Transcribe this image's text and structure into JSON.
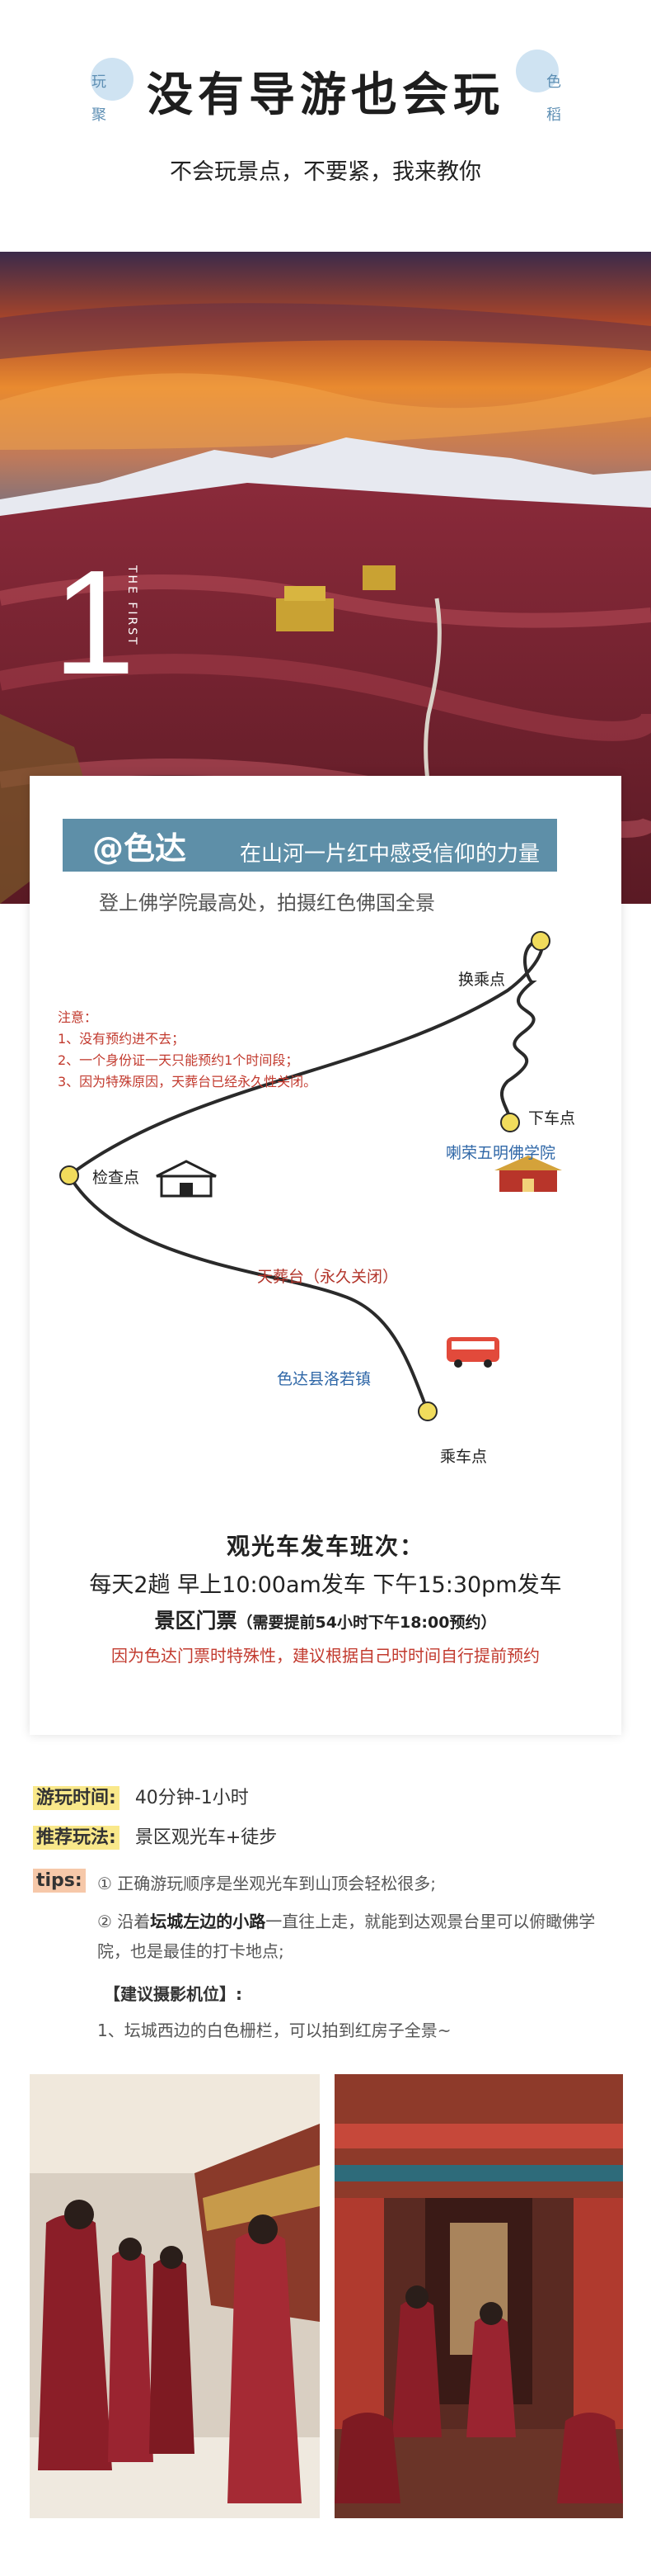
{
  "header": {
    "title": "没有导游也会玩",
    "side_left": [
      "玩",
      "聚"
    ],
    "side_right": [
      "色",
      "稻"
    ],
    "subtitle": "不会玩景点，不要紧，我来教你"
  },
  "hero": {
    "number": "1",
    "vertical_text": "THE FIRST"
  },
  "card": {
    "tag_name": "@色达",
    "tag_desc": "在山河一片红中感受信仰的力量",
    "line": "登上佛学院最高处，拍摄红色佛国全景",
    "notes": [
      "注意：",
      "1、没有预约进不去；",
      "2、一个身份证一天只能预约1个时间段；",
      "3、因为特殊原因，天葬台已经永久性关闭。"
    ],
    "labels": {
      "transfer_point": "换乘点",
      "drop_point": "下车点",
      "institute": "喇荣五明佛学院",
      "checkpoint": "检查点",
      "sky_burial": "天葬台（永久关闭）",
      "town": "色达县洛若镇",
      "board_point": "乘车点"
    },
    "bus_title": "观光车发车班次：",
    "bus_times": "每天2趟 早上10:00am发车 下午15:30pm发车",
    "ticket_title": "景区门票",
    "ticket_sub": "（需要提前54小时下午18:00预约）",
    "ticket_note": "因为色达门票时特殊性，建议根据自己时时间自行提前预约"
  },
  "info": {
    "time_label": "游玩时间:",
    "time_value": "40分钟-1小时",
    "way_label": "推荐玩法:",
    "way_value": "景区观光车+徒步",
    "tips_label": "tips:",
    "tip1": "① 正确游玩顺序是坐观光车到山顶会轻松很多;",
    "tip2_pre": "② 沿着",
    "tip2_bold": "坛城左边的小路",
    "tip2_post": "一直往上走，就能到达观景台里可以俯瞰佛学院，也是最佳的打卡地点;",
    "photo_title": "【建议摄影机位】:",
    "photo_tip": "1、坛城西边的白色栅栏，可以拍到红房子全景~"
  },
  "colors": {
    "accent_blue": "#5e8fa8",
    "red_note": "#c23a2e",
    "highlight_yellow": "#f9e88a",
    "highlight_orange": "#f6c8a9"
  }
}
